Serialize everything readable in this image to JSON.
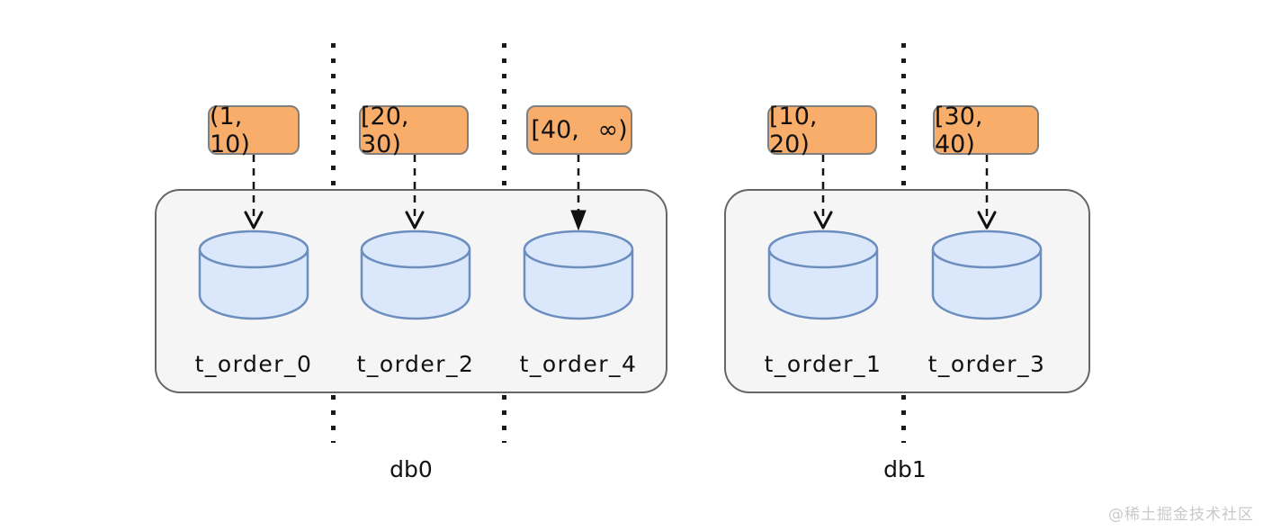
{
  "diagram": {
    "ranges": [
      "(1, 10)",
      "[20, 30)",
      "[40, ∞)",
      "[10, 20)",
      "[30, 40)"
    ],
    "databases": [
      {
        "name": "db0",
        "tables": [
          "t_order_0",
          "t_order_2",
          "t_order_4"
        ]
      },
      {
        "name": "db1",
        "tables": [
          "t_order_1",
          "t_order_3"
        ]
      }
    ]
  },
  "watermark": {
    "text": "@稀土掘金技术社区"
  },
  "icons": {
    "cylinders": "database-cylinder-icon",
    "arrows": "dashed-arrow-icon",
    "separators": "dotted-separator-line"
  },
  "colors": {
    "range_label_fill": "#f8ad6b",
    "range_label_border": "#7f7f7f",
    "cylinder_fill": "#dbe8fb",
    "cylinder_stroke": "#6c8ebf",
    "container_fill": "#f5f5f5",
    "container_border": "#666666",
    "line_color": "#1a1a1a",
    "watermark_color": "#c9c9c9"
  }
}
